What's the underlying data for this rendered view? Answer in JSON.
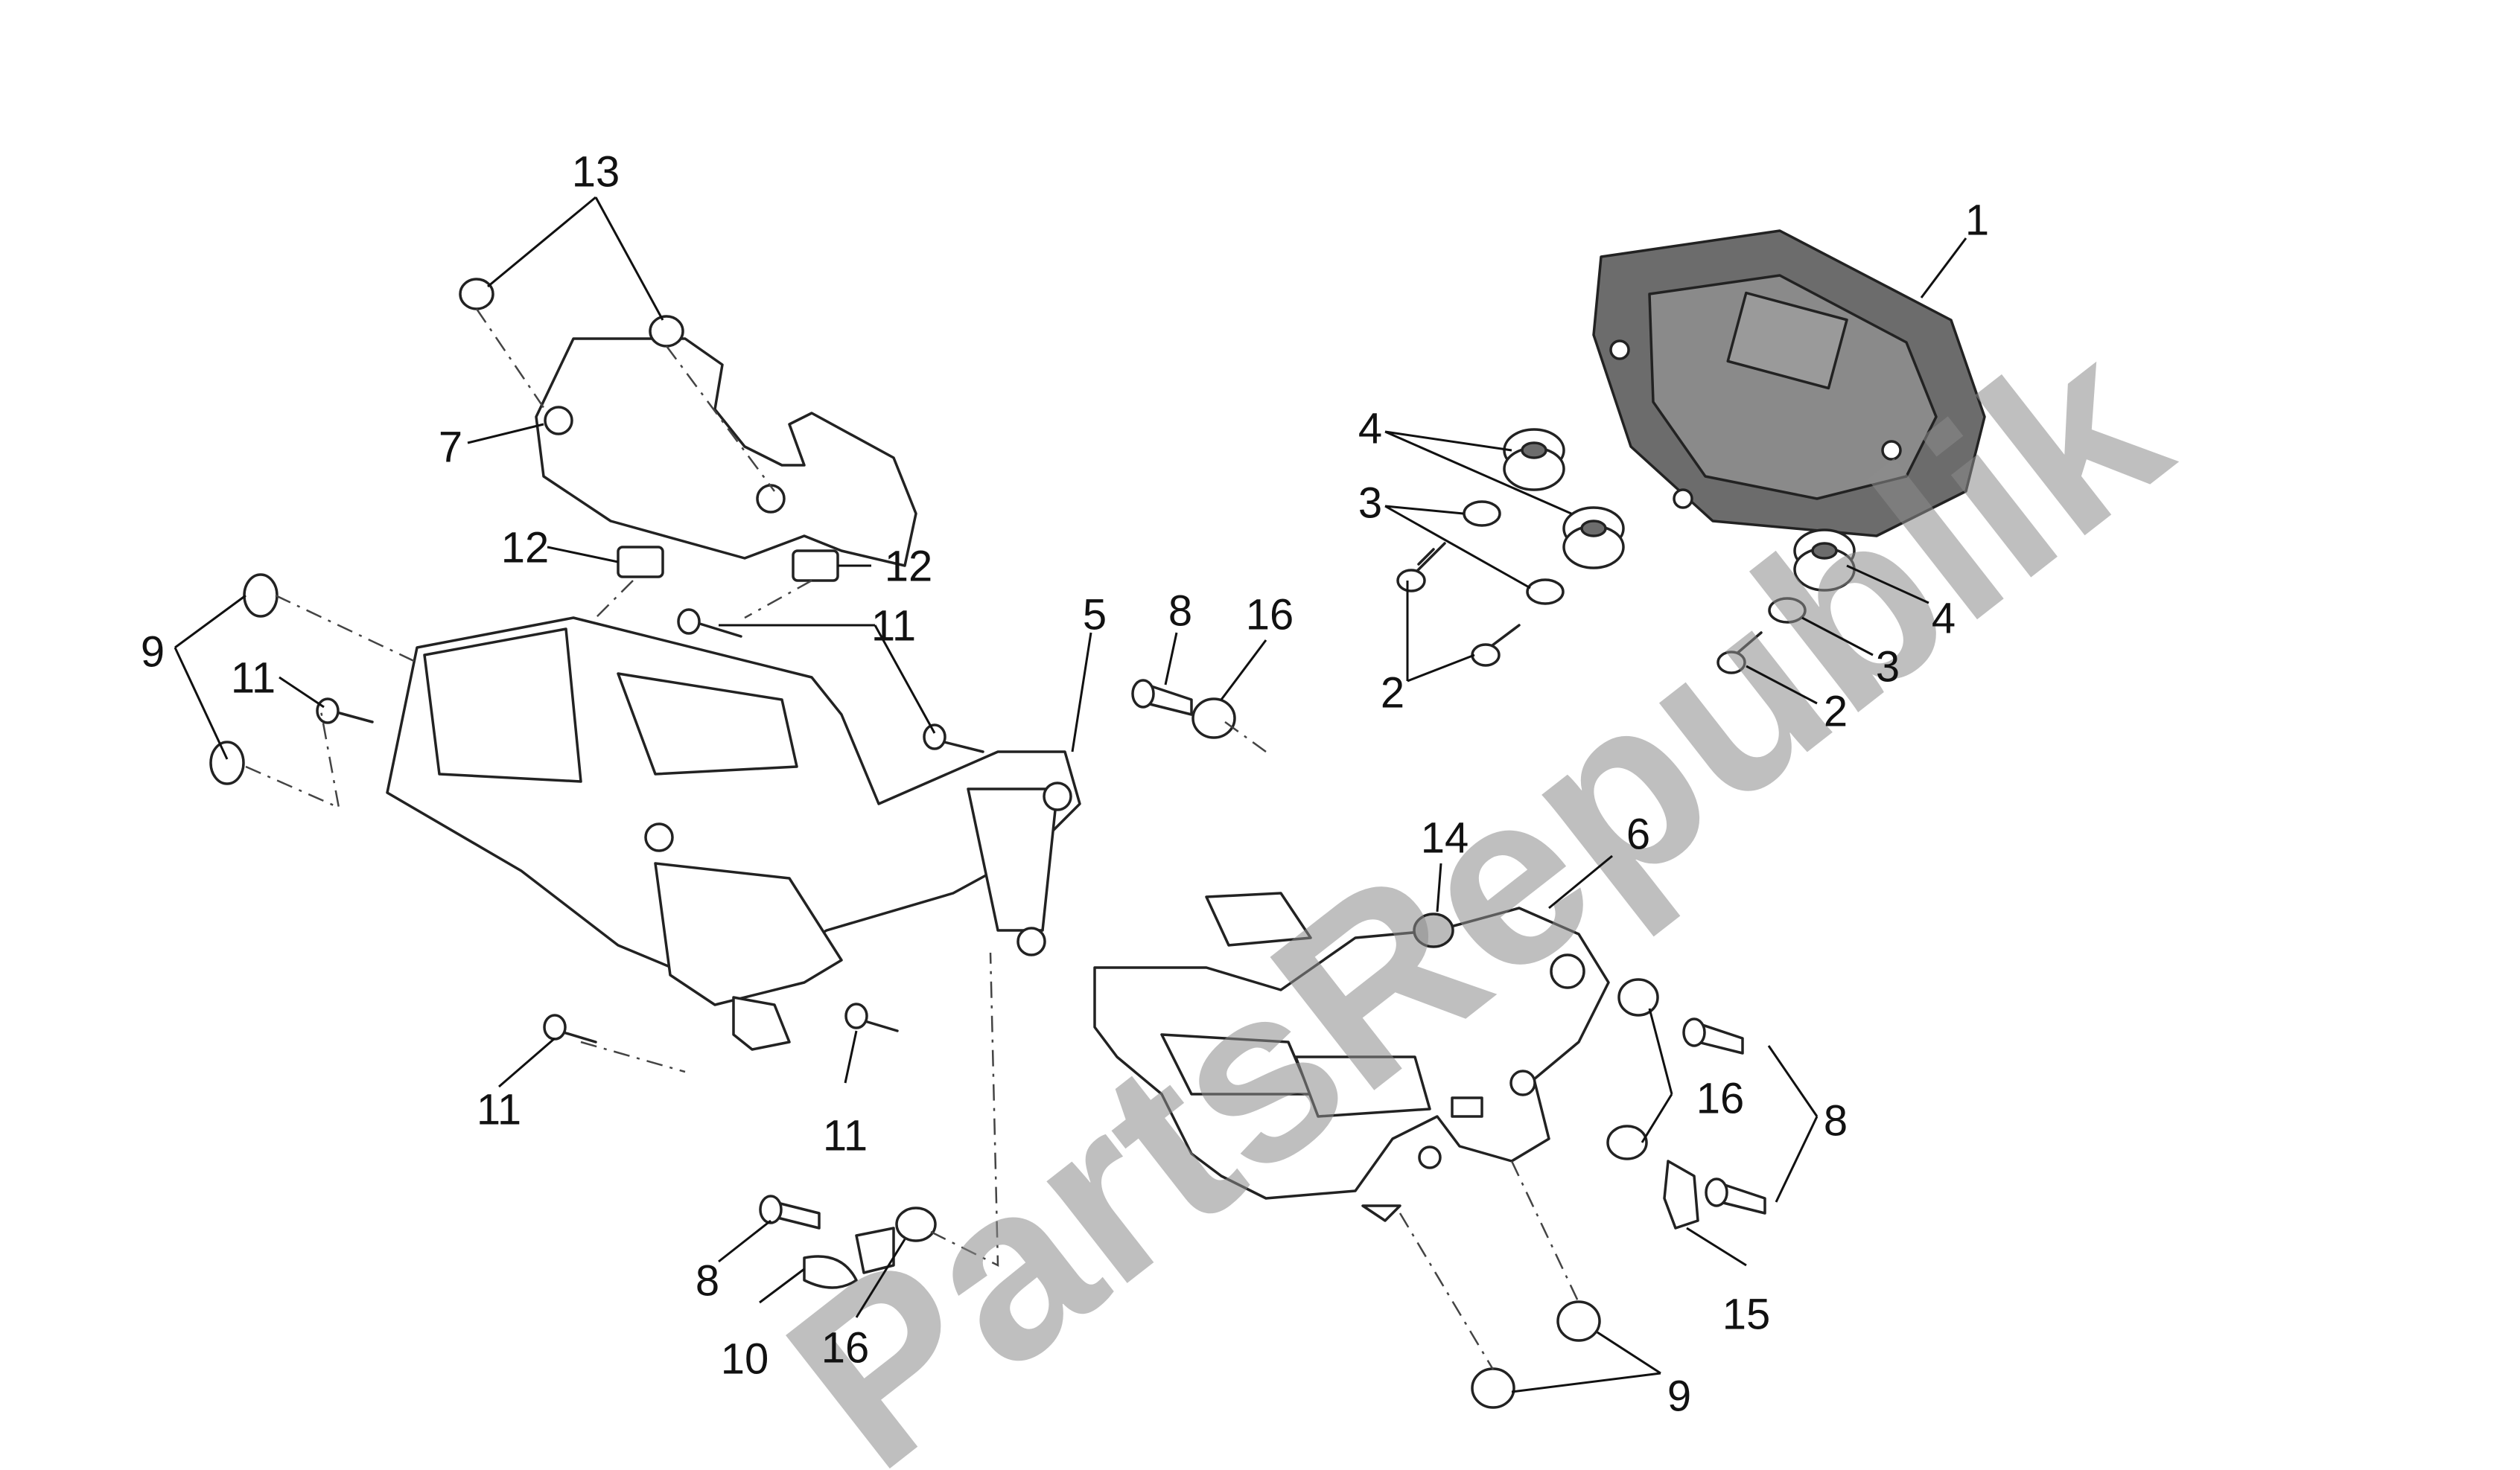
{
  "watermark": "PartsRepublik",
  "callouts": {
    "c1": "1",
    "c2a": "2",
    "c2b": "2",
    "c3a": "3",
    "c3b": "3",
    "c4a": "4",
    "c4b": "4",
    "c5": "5",
    "c6": "6",
    "c7": "7",
    "c8a": "8",
    "c8b": "8",
    "c8c": "8",
    "c9a": "9",
    "c9b": "9",
    "c10": "10",
    "c11a": "11",
    "c11b": "11",
    "c11c": "11",
    "c11d": "11",
    "c12a": "12",
    "c12b": "12",
    "c13": "13",
    "c14": "14",
    "c15": "15",
    "c16a": "16",
    "c16b": "16",
    "c16c": "16"
  }
}
